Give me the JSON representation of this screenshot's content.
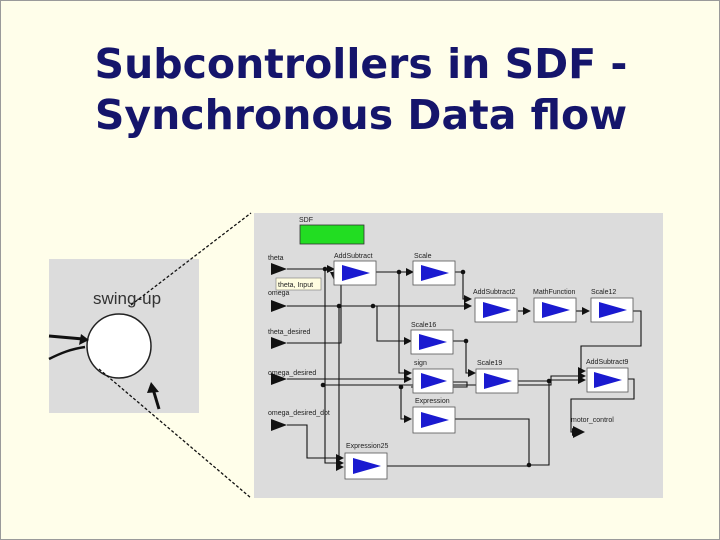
{
  "slide": {
    "title_line1": "Subcontrollers in SDF -",
    "title_line2": "Synchronous Data flow"
  },
  "swing_up": {
    "label": "swing-up"
  },
  "model": {
    "director": "SDF",
    "tooltip": "theta, Input",
    "ports": [
      "theta",
      "omega",
      "theta_desired",
      "omega_desired",
      "omega_desired_dot"
    ],
    "output_port": "motor_control",
    "actors": [
      "AddSubtract",
      "Scale",
      "AddSubtract2",
      "MathFunction",
      "Scale12",
      "Scale16",
      "sign",
      "Scale19",
      "AddSubtract9",
      "Expression",
      "Expression25"
    ]
  },
  "colors": {
    "title": "#15156b",
    "background": "#fffeea",
    "canvas": "#dcdcdc",
    "director": "#22dd22",
    "triangle": "#1a1ad0"
  }
}
